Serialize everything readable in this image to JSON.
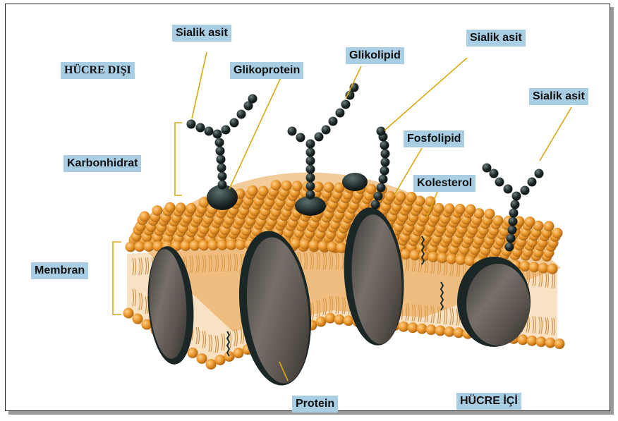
{
  "labels": {
    "outside": "HÜCRE DIŞI",
    "inside": "HÜCRE İÇİ",
    "sialic_1": "Sialik asit",
    "sialic_2": "Sialik asit",
    "sialic_3": "Sialik asit",
    "glycoprotein": "Glikoprotein",
    "glycolipid": "Glikolipid",
    "phospholipid": "Fosfolipid",
    "cholesterol": "Kolesterol",
    "carbohydrate": "Karbonhidrat",
    "membrane": "Membran",
    "protein": "Protein"
  },
  "colors": {
    "label_bg": "#a9cde3",
    "lipid_head": "#e8952a",
    "protein_body": "#5e5650",
    "protein_edge": "#1d2a2a",
    "sugar_bead": "#1f2a2a",
    "leader_line": "#e0b020"
  }
}
